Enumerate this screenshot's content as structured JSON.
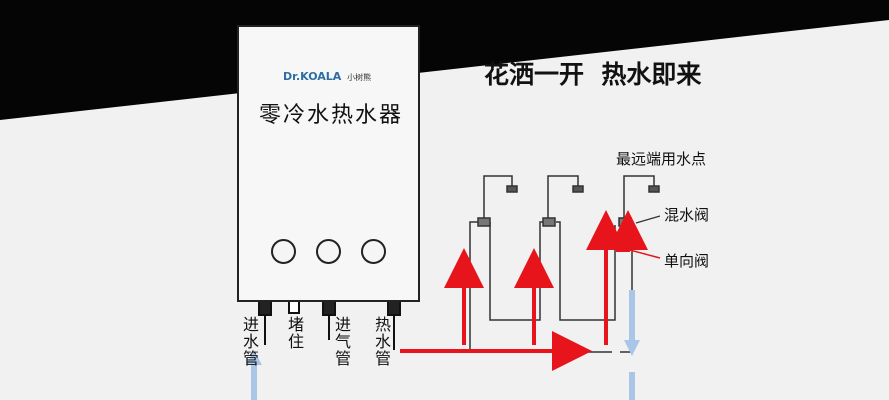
{
  "heater": {
    "brand": "Dr.KOALA",
    "brand_cn": "小树熊",
    "title": "零冷水热水器",
    "pipe_labels": [
      "进水管",
      "堵住",
      "进气管",
      "热水管"
    ]
  },
  "headline": "花洒一开  热水即来",
  "annotations": {
    "far_point": "最远端用水点",
    "mixing_valve": "混水阀",
    "check_valve": "单向阀"
  },
  "colors": {
    "hot_arrow": "#e8141c",
    "cold_arrow": "#a9c6e6",
    "paper": "#f1f1f1",
    "frame": "#050505"
  }
}
